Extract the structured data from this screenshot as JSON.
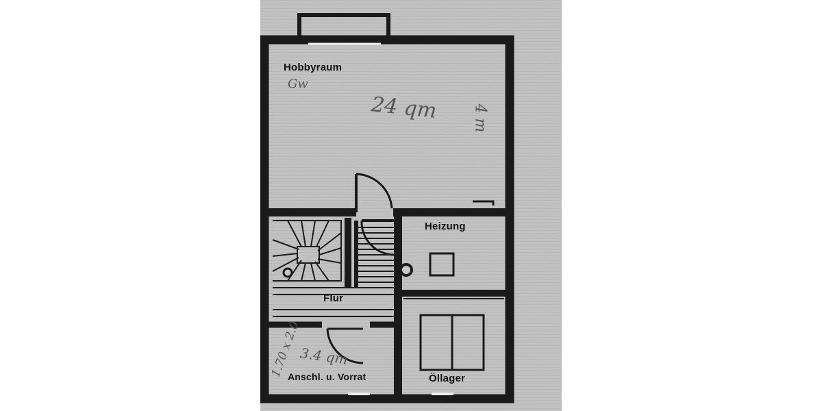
{
  "floor_plan": {
    "rooms": {
      "hobbyraum": "Hobbyraum",
      "heizung": "Heizung",
      "flur": "Flur",
      "vorrat": "Anschl. u. Vorrat",
      "oellager": "Öllager"
    },
    "handwritten_notes": {
      "hobby_short": "Gw",
      "hobby_area": "24 qm",
      "hobby_side": "4 m",
      "vorrat_dims": "1.70 x 2.0",
      "vorrat_area": "3.4 qm"
    }
  }
}
